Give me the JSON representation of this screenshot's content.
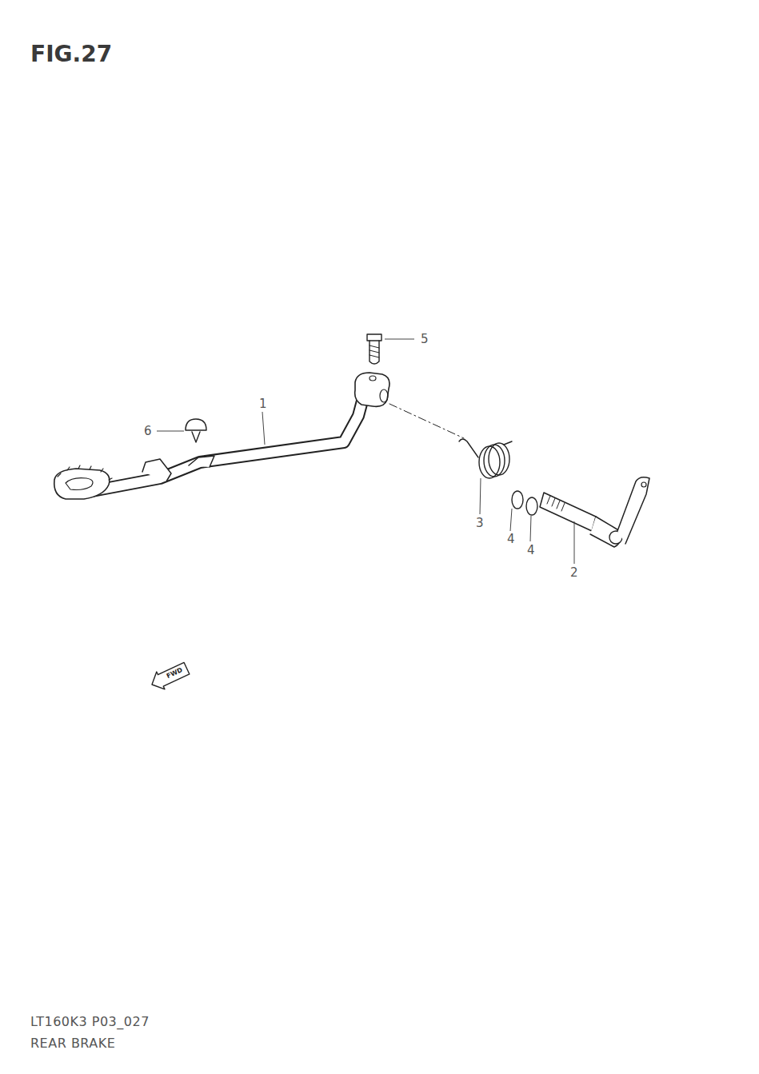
{
  "diagram": {
    "title": "FIG.27",
    "labels": [
      "5",
      "1",
      "6",
      "3",
      "4",
      "4",
      "2",
      "FWD",
      "LT160K3 P03_027",
      "REAR BRAKE"
    ]
  }
}
